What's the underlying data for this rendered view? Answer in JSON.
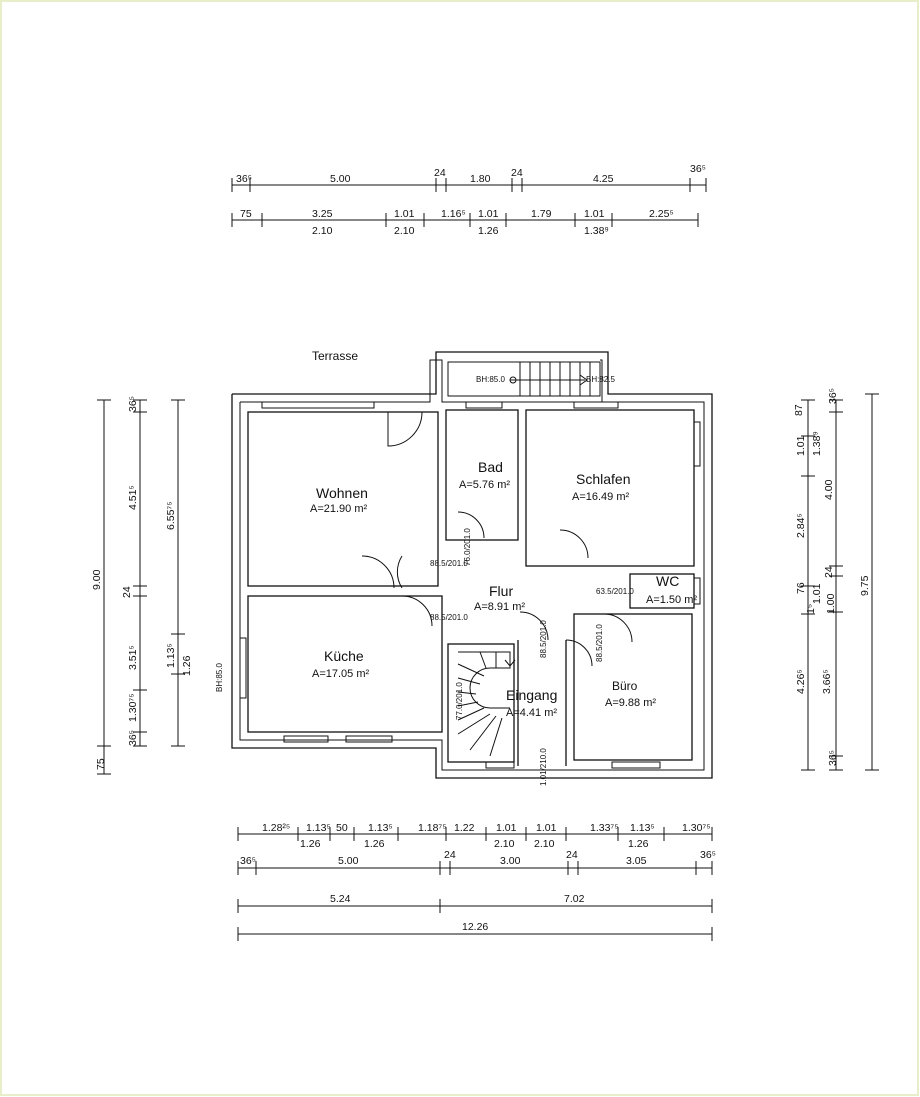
{
  "colors": {
    "paper": "#ffffff",
    "ink": "#111111",
    "frame": "#e7eec9"
  },
  "labels": {
    "terrace": "Terrasse"
  },
  "rooms": [
    {
      "key": "wohnen",
      "name": "Wohnen",
      "area": "A=21.90  m²"
    },
    {
      "key": "kueche",
      "name": "Küche",
      "area": "A=17.05  m²"
    },
    {
      "key": "bad",
      "name": "Bad",
      "area": "A=5.76  m²"
    },
    {
      "key": "schlafen",
      "name": "Schlafen",
      "area": "A=16.49  m²"
    },
    {
      "key": "flur",
      "name": "Flur",
      "area": "A=8.91  m²"
    },
    {
      "key": "wc",
      "name": "WC",
      "area": "A=1.50  m²"
    },
    {
      "key": "eingang",
      "name": "Eingang",
      "area": "A=4.41  m²"
    },
    {
      "key": "buero",
      "name": "Büro",
      "area": "A=9.88  m²"
    }
  ],
  "annotations": [
    "BH:85.0",
    "BH:82.5",
    "BH:85.0",
    "88.5/201.0",
    "88.5/201.0",
    "76.0/201.0",
    "63.5/201.0",
    "88.5/201.0",
    "88.5/201.0",
    "77.0/201.0",
    "1.01/210.0"
  ],
  "dimensions": {
    "top_row1": [
      "36⁵",
      "5.00",
      "24",
      "1.80",
      "24",
      "4.25",
      "36⁵"
    ],
    "top_row2_upper": [
      "75",
      "3.25",
      "1.01",
      "1.16⁵",
      "1.01",
      "1.79",
      "1.01",
      "2.25⁵"
    ],
    "top_row2_lower": [
      "2.10",
      "2.10",
      "1.26",
      "1.38⁹"
    ],
    "left_outer": [
      "9.00",
      "75"
    ],
    "left_inner": [
      "36⁵",
      "4.51⁵",
      "24",
      "3.51⁵",
      "1.30⁷⁵",
      "36⁵"
    ],
    "left_third": [
      "6.55⁷⁵",
      "1.13⁵",
      "1.26"
    ],
    "right_inner": [
      "87",
      "36⁵",
      "1.01",
      "1.38⁹",
      "4.00",
      "2.84⁵",
      "24",
      "1.00",
      "1.01",
      "76",
      "1⁵",
      "3.66⁵",
      "4.26⁵",
      "36⁵"
    ],
    "right_outer": [
      "9.75"
    ],
    "bottom_row1_upper": [
      "1.28²⁵",
      "1.13⁵",
      "50",
      "1.13⁵",
      "1.18⁷⁵",
      "1.22",
      "1.01",
      "1.01",
      "1.33⁷⁵",
      "1.13⁵",
      "1.30⁷⁵"
    ],
    "bottom_row1_lower": [
      "1.26",
      "1.26",
      "2.10",
      "2.10",
      "1.26"
    ],
    "bottom_row2": [
      "36⁵",
      "5.00",
      "24",
      "3.00",
      "24",
      "3.05",
      "36⁵"
    ],
    "bottom_row3": [
      "5.24",
      "7.02"
    ],
    "bottom_row4": [
      "12.26"
    ]
  }
}
